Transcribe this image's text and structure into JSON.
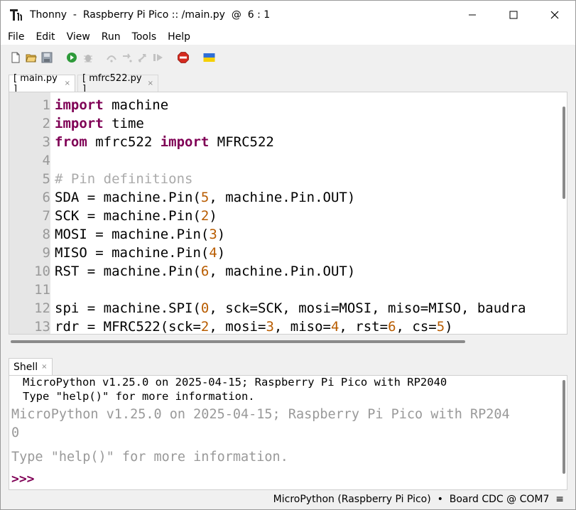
{
  "window": {
    "title": "Thonny  -  Raspberry Pi Pico :: /main.py  @  6 : 1"
  },
  "menu": [
    "File",
    "Edit",
    "View",
    "Run",
    "Tools",
    "Help"
  ],
  "toolbar": [
    "new-file",
    "open-file",
    "save",
    "run",
    "debug",
    "step-over",
    "step-into",
    "step-out",
    "resume",
    "stop",
    "support-ukraine-flag"
  ],
  "tabs": [
    {
      "label": "[ main.py ]",
      "close": "×"
    },
    {
      "label": "[ mfrc522.py ]",
      "close": "×"
    }
  ],
  "editor": {
    "line_numbers": [
      "1",
      "2",
      "3",
      "4",
      "5",
      "6",
      "7",
      "8",
      "9",
      "10",
      "11",
      "12",
      "13"
    ],
    "lines": [
      [
        {
          "t": "import",
          "c": "kw"
        },
        {
          "t": " machine",
          "c": ""
        }
      ],
      [
        {
          "t": "import",
          "c": "kw"
        },
        {
          "t": " time",
          "c": ""
        }
      ],
      [
        {
          "t": "from",
          "c": "kw"
        },
        {
          "t": " mfrc522 ",
          "c": ""
        },
        {
          "t": "import",
          "c": "kw"
        },
        {
          "t": " MFRC522",
          "c": ""
        }
      ],
      [],
      [
        {
          "t": "# Pin definitions",
          "c": "cmt"
        }
      ],
      [
        {
          "t": "SDA = machine.Pin(",
          "c": ""
        },
        {
          "t": "5",
          "c": "num"
        },
        {
          "t": ", machine.Pin.OUT)",
          "c": ""
        }
      ],
      [
        {
          "t": "SCK = machine.Pin(",
          "c": ""
        },
        {
          "t": "2",
          "c": "num"
        },
        {
          "t": ")",
          "c": ""
        }
      ],
      [
        {
          "t": "MOSI = machine.Pin(",
          "c": ""
        },
        {
          "t": "3",
          "c": "num"
        },
        {
          "t": ")",
          "c": ""
        }
      ],
      [
        {
          "t": "MISO = machine.Pin(",
          "c": ""
        },
        {
          "t": "4",
          "c": "num"
        },
        {
          "t": ")",
          "c": ""
        }
      ],
      [
        {
          "t": "RST = machine.Pin(",
          "c": ""
        },
        {
          "t": "6",
          "c": "num"
        },
        {
          "t": ", machine.Pin.OUT)",
          "c": ""
        }
      ],
      [],
      [
        {
          "t": "spi = machine.SPI(",
          "c": ""
        },
        {
          "t": "0",
          "c": "num"
        },
        {
          "t": ", sck=SCK, mosi=MOSI, miso=MISO, baudra",
          "c": ""
        }
      ],
      [
        {
          "t": "rdr = MFRC522(sck=",
          "c": ""
        },
        {
          "t": "2",
          "c": "num"
        },
        {
          "t": ", mosi=",
          "c": ""
        },
        {
          "t": "3",
          "c": "num"
        },
        {
          "t": ", miso=",
          "c": ""
        },
        {
          "t": "4",
          "c": "num"
        },
        {
          "t": ", rst=",
          "c": ""
        },
        {
          "t": "6",
          "c": "num"
        },
        {
          "t": ", cs=",
          "c": ""
        },
        {
          "t": "5",
          "c": "num"
        },
        {
          "t": ")",
          "c": ""
        }
      ]
    ]
  },
  "shell": {
    "tab_label": "Shell",
    "close": "×",
    "banner_1": "MicroPython v1.25.0 on 2025-04-15; Raspberry Pi Pico with RP2040",
    "banner_2": "Type \"help()\" for more information.",
    "output_1": "MicroPython v1.25.0 on 2025-04-15; Raspberry Pi Pico with RP204",
    "output_2": "0",
    "output_3": "Type \"help()\" for more information.",
    "prompt": ">>>"
  },
  "status": {
    "text": "MicroPython (Raspberry Pi Pico)  •  Board CDC @ COM7  ≡"
  }
}
